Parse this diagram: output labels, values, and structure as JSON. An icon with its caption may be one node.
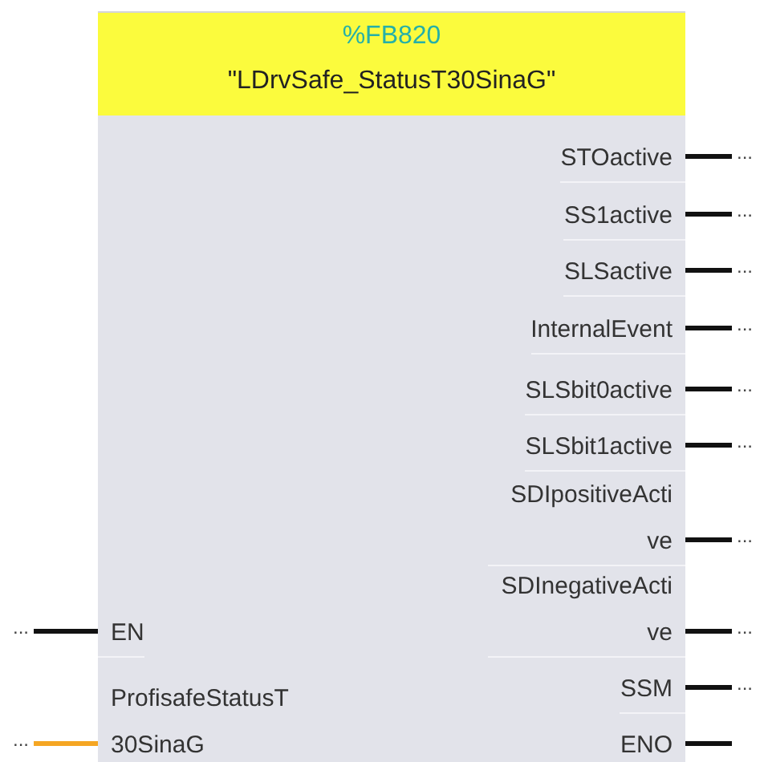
{
  "diagram": {
    "nodes": [
      {
        "text": [
          "%FB820",
          "\"LDrvSafe_StatusT30SinaG\""
        ]
      },
      {
        "text": [
          "STOactive"
        ],
        "in": 0
      },
      {
        "text": [
          "SS1active"
        ],
        "in": 0
      },
      {
        "text": [
          "SLSactive"
        ],
        "in": 0
      },
      {
        "text": [
          "InternalEvent"
        ],
        "in": 0
      },
      {
        "text": [
          "SLSbit0active"
        ],
        "in": 0
      },
      {
        "text": [
          "SLSbit1active"
        ],
        "in": 0
      },
      {
        "text": [
          "SDIpositiveActi ve"
        ],
        "in": 0
      },
      {
        "text": [
          "SDInegativeActi ve"
        ],
        "in": 0
      },
      {
        "text": [
          "EN"
        ],
        "in": 0
      },
      {
        "text": [
          "SSM"
        ],
        "in": 0
      },
      {
        "text": [
          "ProfisafeStatusT 30SinaG"
        ],
        "in": 0
      },
      {
        "text": [
          "ENO"
        ],
        "in": 0
      },
      {
        "text": [
          "..."
        ]
      },
      {
        "text": [
          "..."
        ]
      },
      {
        "text": [
          "..."
        ]
      },
      {
        "text": [
          "..."
        ]
      },
      {
        "text": [
          "..."
        ]
      },
      {
        "text": [
          "..."
        ]
      },
      {
        "text": [
          "..."
        ]
      },
      {
        "text": [
          "..."
        ]
      },
      {
        "text": [
          "..."
        ]
      },
      {
        "text": [
          "..."
        ]
      },
      {
        "text": [
          "..."
        ]
      }
    ],
    "edges": [
      {
        "from": 1,
        "to": 13,
        "arrow": "none"
      },
      {
        "from": 2,
        "to": 14,
        "arrow": "none"
      },
      {
        "from": 3,
        "to": 15,
        "arrow": "none"
      },
      {
        "from": 4,
        "to": 16,
        "arrow": "none"
      },
      {
        "from": 5,
        "to": 17,
        "arrow": "none"
      },
      {
        "from": 6,
        "to": 18,
        "arrow": "none"
      },
      {
        "from": 7,
        "to": 19,
        "arrow": "none"
      },
      {
        "from": 20,
        "to": 9,
        "arrow": "none"
      },
      {
        "from": 8,
        "to": 21,
        "arrow": "none"
      },
      {
        "from": 10,
        "to": 22,
        "arrow": "none"
      },
      {
        "from": 23,
        "to": 11,
        "arrow": "none",
        "color": "#f5a623"
      },
      {
        "from": 12,
        "to": null,
        "arrow": "none"
      }
    ]
  }
}
